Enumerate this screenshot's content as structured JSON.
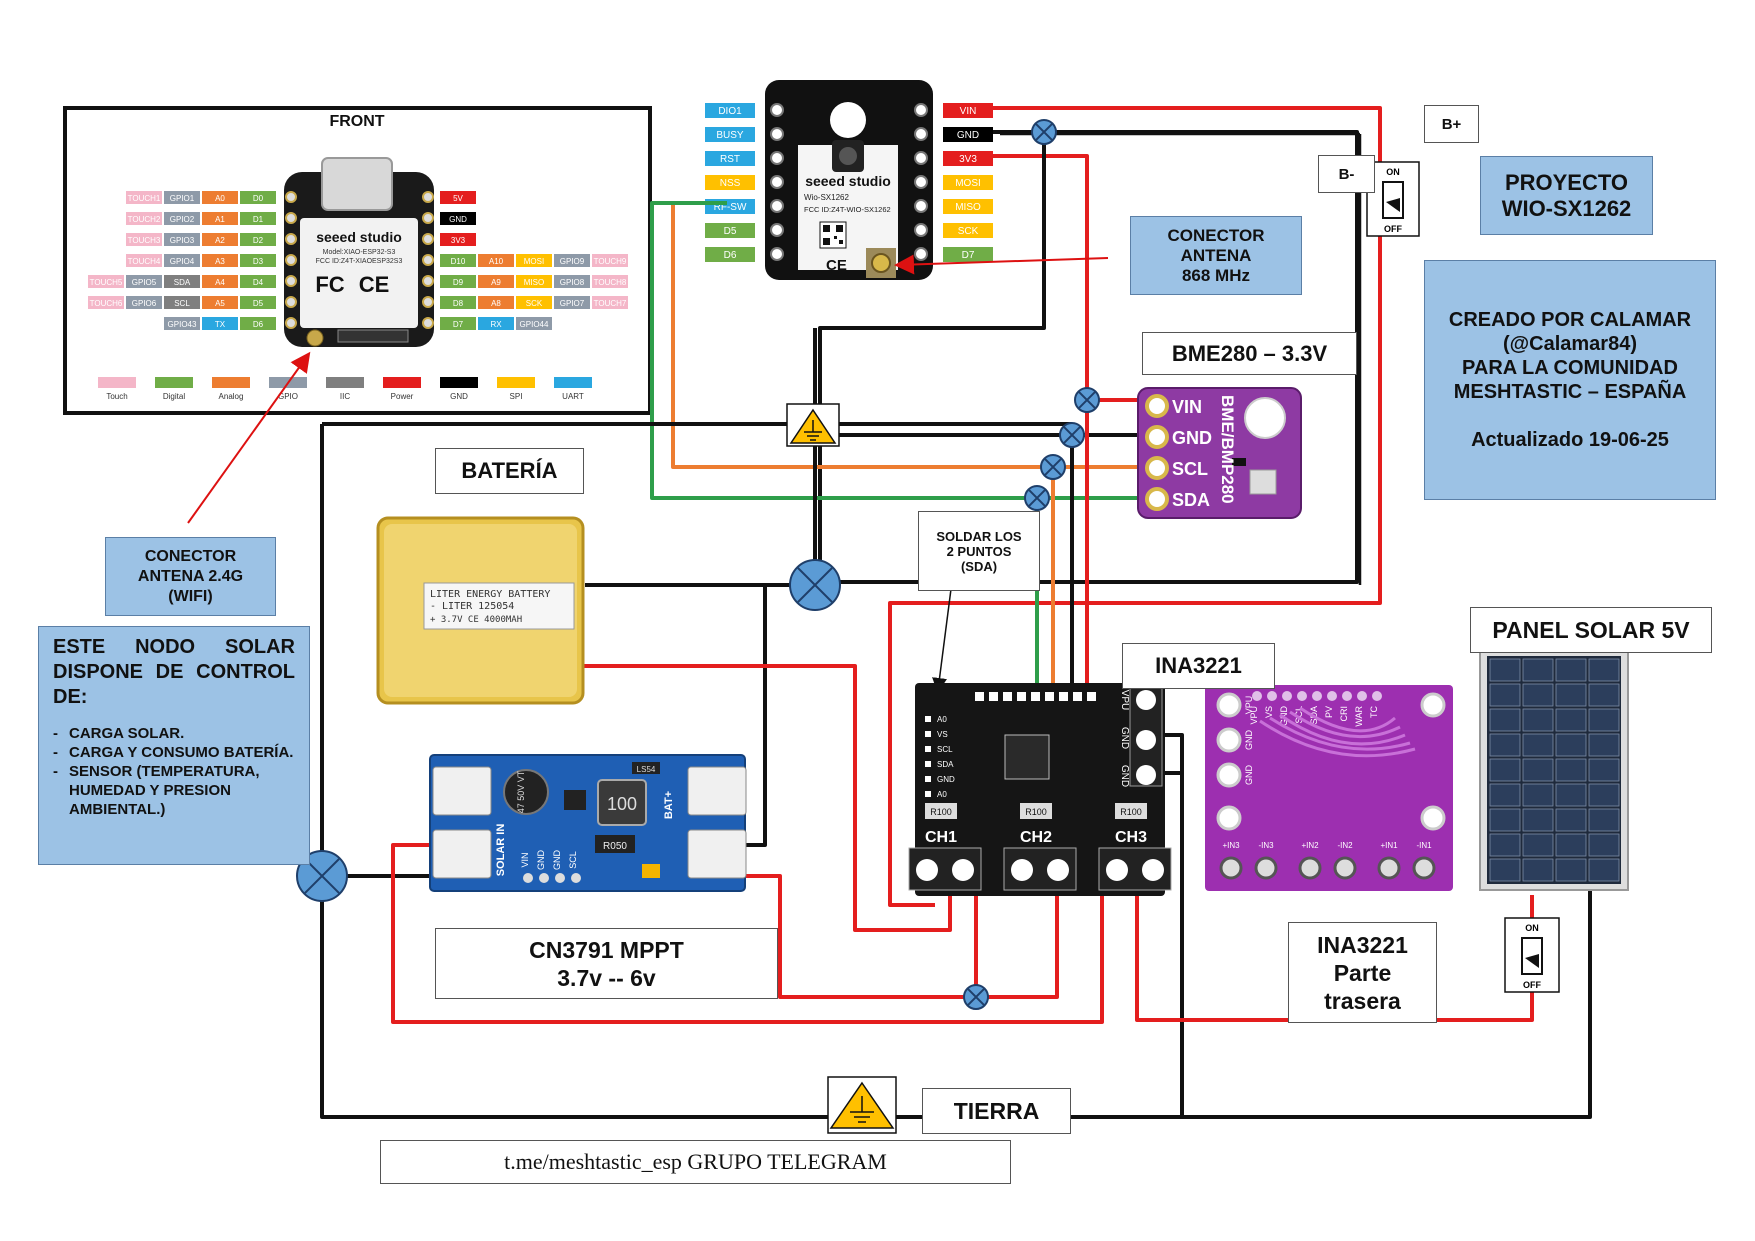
{
  "xiao_board": {
    "front_label": "FRONT",
    "brand": "seeed studio",
    "model_line1": "Model:XIAO-ESP32-S3",
    "model_line2": "FCC ID:Z4T-XIAOESP32S3",
    "fcc": "FC",
    "ce": "CE",
    "left_rows": [
      [
        "TOUCH1",
        "GPIO1",
        "A0",
        "D0"
      ],
      [
        "TOUCH2",
        "GPIO2",
        "A1",
        "D1"
      ],
      [
        "TOUCH3",
        "GPIO3",
        "A2",
        "D2"
      ],
      [
        "TOUCH4",
        "GPIO4",
        "A3",
        "D3"
      ],
      [
        "TOUCH5",
        "GPIO5",
        "SDA",
        "A4",
        "D4"
      ],
      [
        "TOUCH6",
        "GPIO6",
        "SCL",
        "A5",
        "D5"
      ],
      [
        "GPIO43",
        "TX",
        "D6"
      ]
    ],
    "right_rows": [
      [
        "5V"
      ],
      [
        "GND"
      ],
      [
        "3V3"
      ],
      [
        "D10",
        "A10",
        "MOSI",
        "GPIO9",
        "TOUCH9"
      ],
      [
        "D9",
        "A9",
        "MISO",
        "GPIO8",
        "TOUCH8"
      ],
      [
        "D8",
        "A8",
        "SCK",
        "GPIO7",
        "TOUCH7"
      ],
      [
        "D7",
        "RX",
        "GPIO44"
      ]
    ],
    "legend": [
      "Touch",
      "Digital",
      "Analog",
      "GPIO",
      "IIC",
      "Power",
      "GND",
      "SPI",
      "UART"
    ],
    "colors": {
      "touch": "#f4b6c8",
      "gpio": "#8e9aa8",
      "analog": "#ed7d31",
      "digital": "#70ad47",
      "iic": "#7f7f7f",
      "power": "#e41e1e",
      "gnd": "#000000",
      "spi": "#ffc000",
      "uart": "#2aa7e0"
    }
  },
  "wio_module": {
    "brand": "seeed studio",
    "model": "Wio-SX1262",
    "fcc": "FCC ID:Z4T-WIO-SX1262",
    "ce": "CE",
    "left_pins": [
      {
        "label": "DIO1",
        "color": "#2aa7e0"
      },
      {
        "label": "BUSY",
        "color": "#2aa7e0"
      },
      {
        "label": "RST",
        "color": "#2aa7e0"
      },
      {
        "label": "NSS",
        "color": "#ffc000"
      },
      {
        "label": "RF-SW",
        "color": "#2aa7e0"
      },
      {
        "label": "D5",
        "color": "#70ad47"
      },
      {
        "label": "D6",
        "color": "#70ad47"
      }
    ],
    "right_pins": [
      {
        "label": "VIN",
        "color": "#e41e1e"
      },
      {
        "label": "GND",
        "color": "#000000"
      },
      {
        "label": "3V3",
        "color": "#e41e1e"
      },
      {
        "label": "MOSI",
        "color": "#ffc000"
      },
      {
        "label": "MISO",
        "color": "#ffc000"
      },
      {
        "label": "SCK",
        "color": "#ffc000"
      },
      {
        "label": "D7",
        "color": "#70ad47"
      }
    ]
  },
  "labels": {
    "b_plus": "B+",
    "b_minus": "B-",
    "switch_on": "ON",
    "switch_off": "OFF",
    "project": "PROYECTO\nWIO-SX1262",
    "credits": "CREADO POR CALAMAR\n(@Calamar84)\nPARA LA COMUNIDAD\nMESHTASTIC – ESPAÑA\n\nActualizado 19-06-25",
    "antenna_868": "CONECTOR\nANTENA\n868 MHz",
    "bme_title": "BME280 – 3.3V",
    "antenna_24": "CONECTOR\nANTENA 2.4G\n(WIFI)",
    "bateria": "BATERÍA",
    "solder_note": "SOLDAR LOS\n2 PUNTOS\n(SDA)",
    "ina_title": "INA3221",
    "panel_title": "PANEL SOLAR 5V",
    "mppt_title": "CN3791 MPPT\n3.7v -- 6v",
    "ina_back_title": "INA3221\nParte\ntrasera",
    "tierra": "TIERRA",
    "telegram": "t.me/meshtastic_esp GRUPO TELEGRAM"
  },
  "info_box": {
    "heading": "ESTE NODO SOLAR\nDISPONE DE CONTROL\nDE:",
    "items": [
      "CARGA SOLAR.",
      "CARGA Y CONSUMO BATERÍA.",
      "SENSOR (TEMPERATURA, HUMEDAD Y PRESION AMBIENTAL.)"
    ]
  },
  "battery": {
    "line1": "LITER ENERGY BATTERY",
    "line2": "- LITER     125054",
    "line3": "+ 3.7V  CE   4000MAH"
  },
  "bme280": {
    "pins": [
      "VIN",
      "GND",
      "SCL",
      "SDA"
    ],
    "name": "BME/BMP280"
  },
  "ina3221": {
    "left_pins": [
      "A0",
      "VS",
      "SCL",
      "SDA",
      "GND",
      "A0"
    ],
    "right_pins": [
      "VPU",
      "GND",
      "GND"
    ],
    "channels": [
      "CH1",
      "CH2",
      "CH3"
    ],
    "resistor": "R100"
  },
  "ina_back": {
    "top_pins": [
      "VPU",
      "VS",
      "GND",
      "SCL",
      "SDA",
      "PV",
      "CRI",
      "WAR",
      "TC"
    ],
    "left_labels": [
      "VPU",
      "GND",
      "GND"
    ],
    "bottom_pins": [
      "+IN3",
      "-IN3",
      "+IN2",
      "-IN2",
      "+IN1",
      "-IN1"
    ]
  },
  "mppt": {
    "solar_in": "SOLAR IN",
    "bat": "BAT+",
    "inductor": "100",
    "resistor": "R050",
    "cap": "47 50V VT",
    "ic": "LS54",
    "pins": [
      "VIN",
      "GND",
      "GND",
      "SCL"
    ]
  }
}
